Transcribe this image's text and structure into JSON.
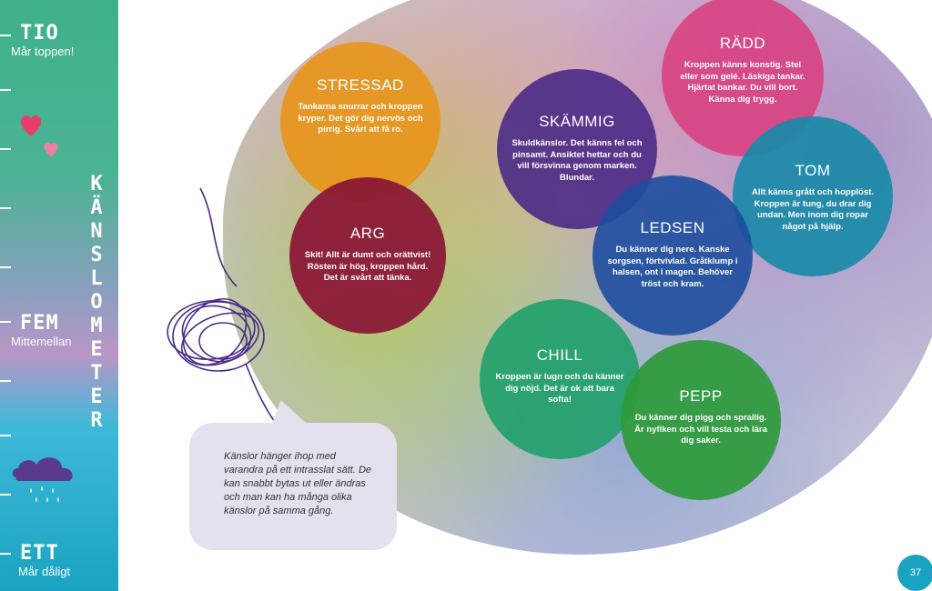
{
  "meter": {
    "top": {
      "title": "TIO",
      "subtitle": "Mår toppen!"
    },
    "middle": {
      "title": "FEM",
      "subtitle": "Mittemellan"
    },
    "bottom": {
      "title": "ETT",
      "subtitle": "Mår dåligt"
    },
    "vertical_word": "KÄNSLOMETER"
  },
  "emotions": [
    {
      "key": "stressad",
      "title": "STRESSAD",
      "text": "Tankarna snurrar och kroppen kryper. Det gör dig nervös och pirrig. Svårt att få ro.",
      "color": "#e8951a"
    },
    {
      "key": "arg",
      "title": "ARG",
      "text": "Skit! Allt är dumt och orättvist! Rösten är hög, kroppen hård. Det är svårt att tänka.",
      "color": "#8a1535"
    },
    {
      "key": "skammig",
      "title": "SKÄMMIG",
      "text": "Skuldkänslor. Det känns fel och pinsamt. Ansiktet hettar och du vill försvinna genom marken. Blundar.",
      "color": "#4a2a86"
    },
    {
      "key": "radd",
      "title": "RÄDD",
      "text": "Kroppen känns konstig. Stel eller som gelé. Läskiga tankar. Hjärtat bankar. Du vill bort. Känna dig trygg.",
      "color": "#d8407e"
    },
    {
      "key": "tom",
      "title": "TOM",
      "text": "Allt känns grått och hopplöst. Kroppen är tung, du drar dig undan. Men inom dig ropar något på hjälp.",
      "color": "#1a8aa8"
    },
    {
      "key": "ledsen",
      "title": "LEDSEN",
      "text": "Du känner dig nere. Kanske sorgsen, förtvivlad. Gråtklump i halsen, ont i magen. Behöver tröst och kram.",
      "color": "#1d4e9e"
    },
    {
      "key": "chill",
      "title": "CHILL",
      "text": "Kroppen är lugn och du känner dig nöjd. Det är ok att bara softa!",
      "color": "#1fa06a"
    },
    {
      "key": "pepp",
      "title": "PEPP",
      "text": "Du känner dig pigg och sprallig. Är nyfiken och vill testa och lära dig saker.",
      "color": "#2e9a3a"
    }
  ],
  "bubble_text": "Känslor hänger ihop med varandra på ett intrasslat sätt. De kan snabbt bytas ut eller ändras och man kan ha många olika känslor på samma gång.",
  "page_number": "37"
}
